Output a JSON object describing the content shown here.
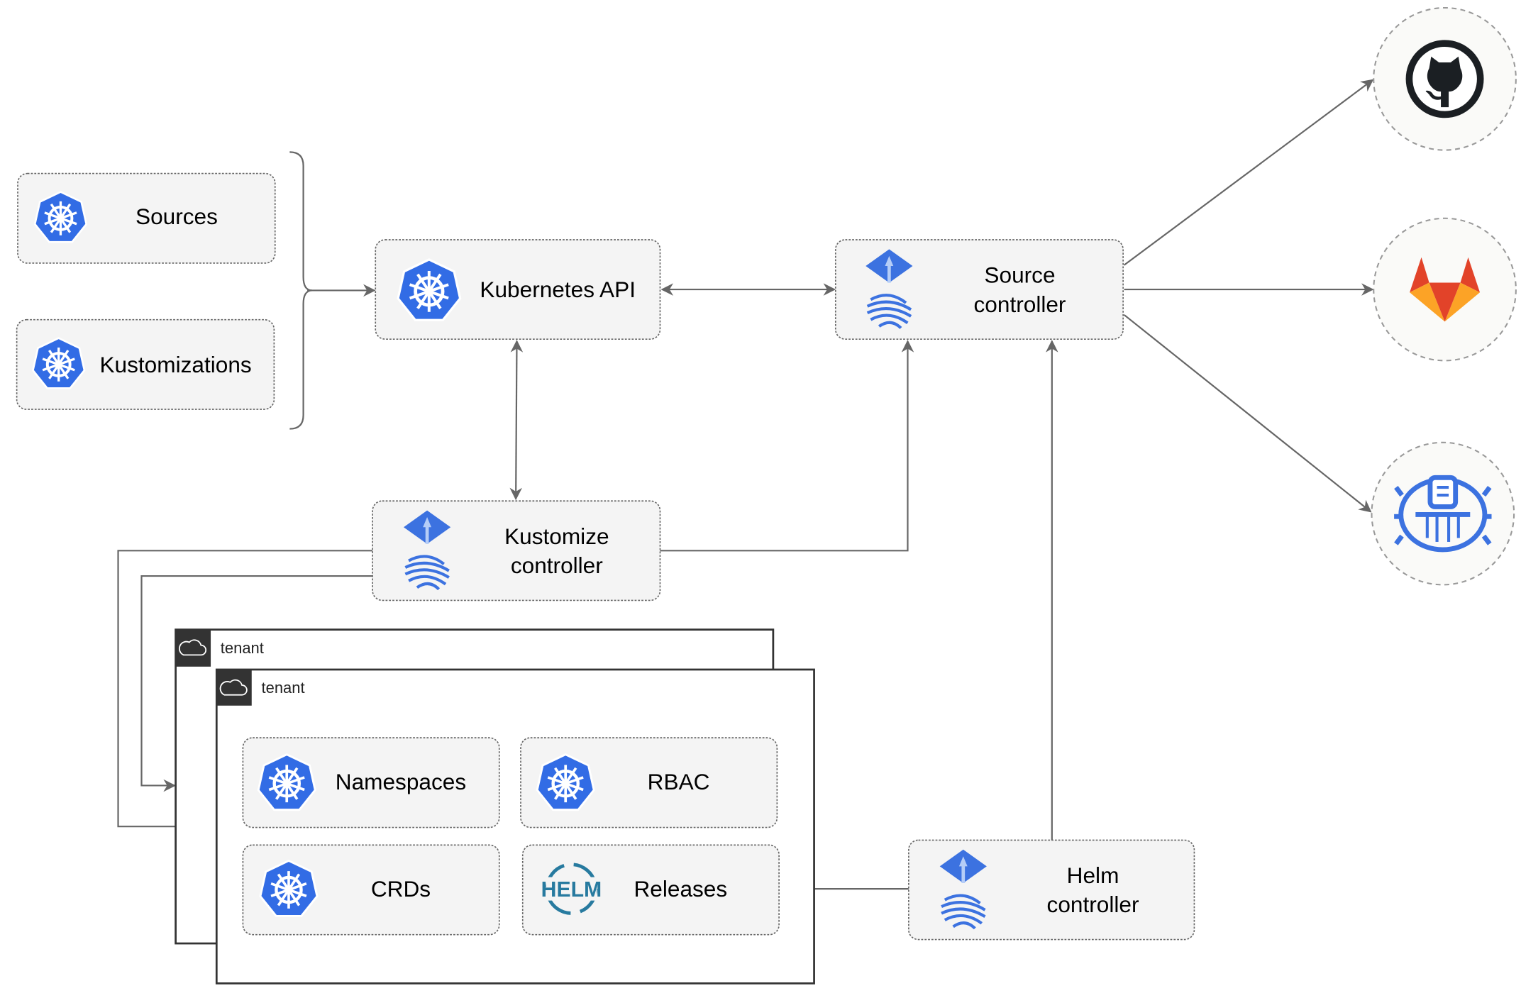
{
  "nodes": {
    "sources": "Sources",
    "kustomizations": "Kustomizations",
    "kubernetes_api": "Kubernetes API",
    "source_controller": [
      "Source",
      "controller"
    ],
    "kustomize_controller": [
      "Kustomize",
      "controller"
    ],
    "helm_controller": [
      "Helm",
      "controller"
    ],
    "namespaces": "Namespaces",
    "rbac": "RBAC",
    "crds": "CRDs",
    "releases": "Releases",
    "helm_logo_text": "HELM"
  },
  "tenants": [
    "tenant",
    "tenant"
  ],
  "external_sources": [
    {
      "icon": "github-icon"
    },
    {
      "icon": "gitlab-icon"
    },
    {
      "icon": "bucket-icon"
    }
  ],
  "colors": {
    "kubernetes_blue": "#326ce5",
    "flux_blue": "#3c72e0",
    "helm_teal": "#277a9f",
    "gitlab_orange": "#e24329",
    "github_dark": "#1b1f23"
  }
}
